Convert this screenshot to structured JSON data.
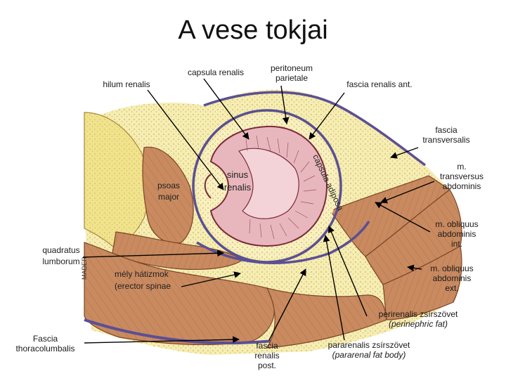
{
  "title": "A vese tokjai",
  "labels": {
    "capsula_renalis": "capsula renalis",
    "hilum_renalis": "hilum renalis",
    "peritoneum_parietale": [
      "peritoneum",
      "parietale"
    ],
    "fascia_renalis_ant": "fascia renalis ant.",
    "fascia_transversalis": [
      "fascia",
      "transversalis"
    ],
    "m_transversus_abdominis": [
      "m.",
      "transversus",
      "abdominis"
    ],
    "m_obliquus_int": [
      "m. obliquus",
      "abdominis",
      "int."
    ],
    "m_obliquus_ext": [
      "m. obliquus",
      "abdominis",
      "ext."
    ],
    "perirenalis": "perirenalis zsírszövet",
    "perinephric": "(perinephric fat)",
    "pararenalis": "pararenalis zsírszövet",
    "pararenal": "(pararenal fat body)",
    "fascia_renalis_post": [
      "fascia",
      "renalis",
      "post."
    ],
    "fascia_thoracolumbalis": [
      "Fascia",
      "thoracolumbalis"
    ],
    "quadratus_lumborum": [
      "quadratus",
      "lumborum"
    ],
    "mely_hatizmok": [
      "mély hátizmok",
      "(erector spinae"
    ],
    "psoas_major": [
      "psoas",
      "major"
    ],
    "sinus_renalis": [
      "sinus",
      "renalis"
    ],
    "capsula_adiposa": "capsula adiposa",
    "signature": "MADER"
  },
  "colors": {
    "fat": "#f6edb2",
    "fat_dots": "#c9b56a",
    "muscle": "#c98a60",
    "muscle_line": "#7a4526",
    "fascia": "#5b4f95",
    "kidney": "#e8b7bd",
    "kidney_line": "#7a2a3a",
    "bone": "#f1e28c",
    "arrow": "#000000"
  }
}
